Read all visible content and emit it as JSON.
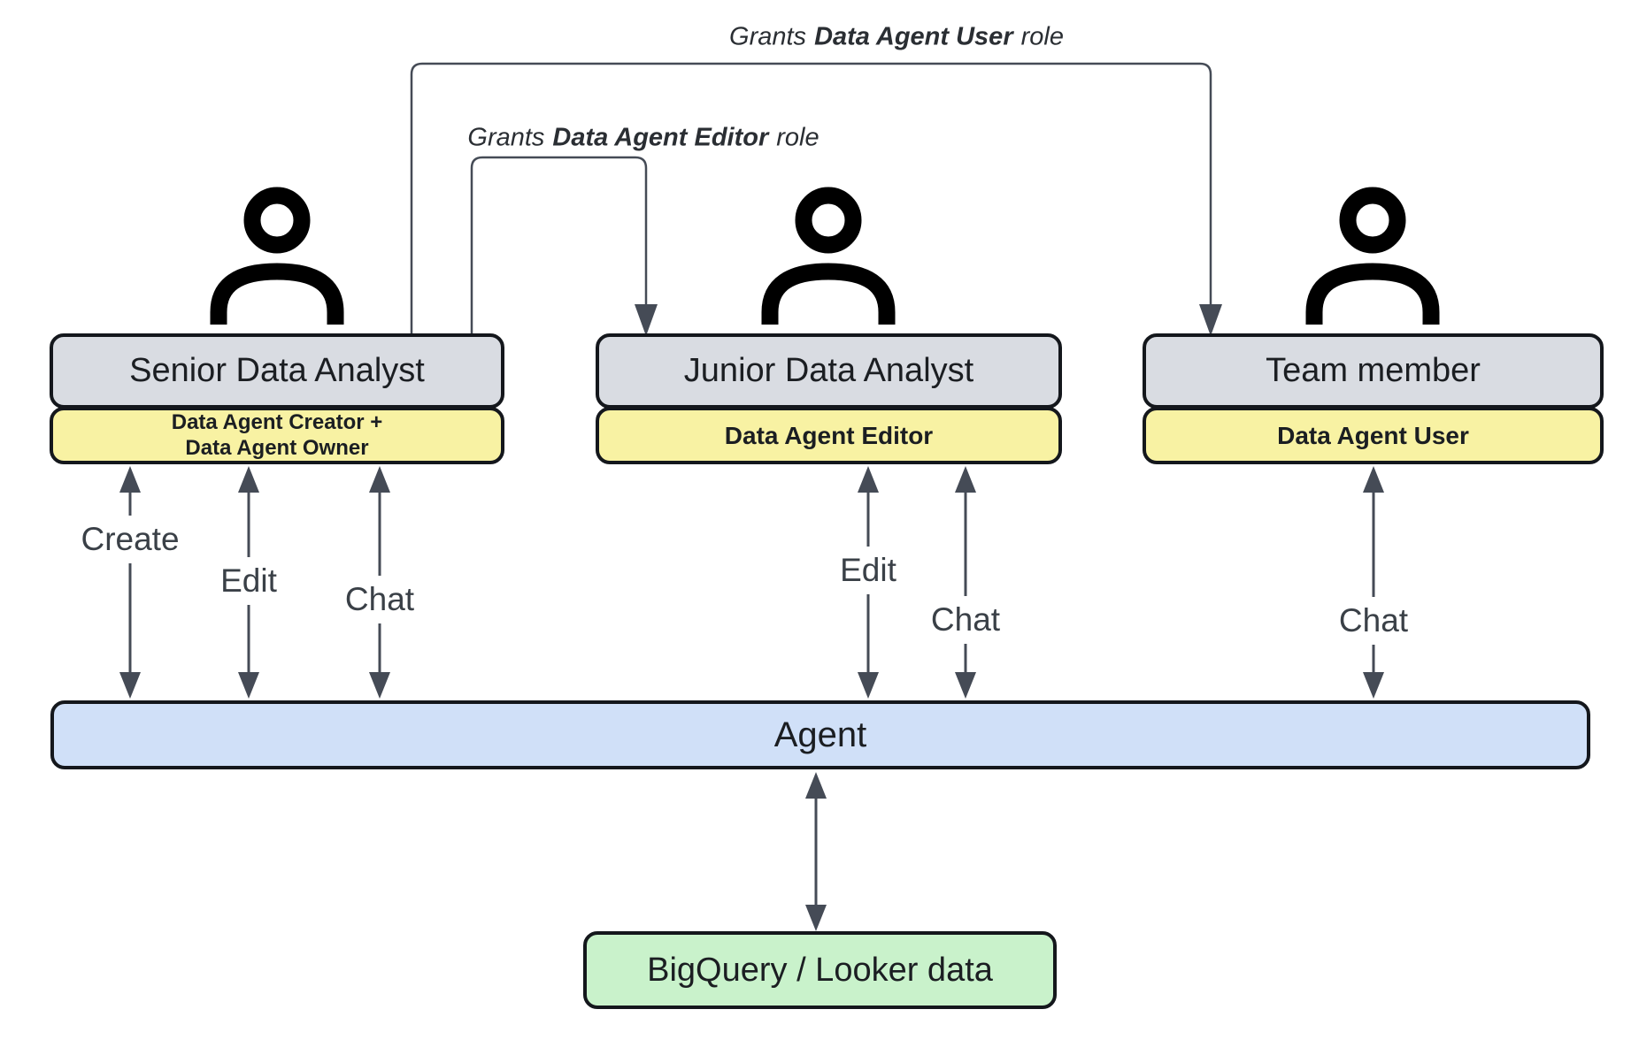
{
  "grant_labels": [
    {
      "pre": "Grants",
      "role": "Data Agent User",
      "post": "role"
    },
    {
      "pre": "Grants",
      "role": "Data Agent Editor",
      "post": "role"
    }
  ],
  "actors": [
    {
      "title": "Senior Data Analyst",
      "role": "Data Agent Creator +\nData Agent Owner",
      "actions": [
        "Create",
        "Edit",
        "Chat"
      ]
    },
    {
      "title": "Junior Data Analyst",
      "role": "Data Agent Editor",
      "actions": [
        "Edit",
        "Chat"
      ]
    },
    {
      "title": "Team member",
      "role": "Data Agent User",
      "actions": [
        "Chat"
      ]
    }
  ],
  "agent": {
    "label": "Agent"
  },
  "datastore": {
    "label": "BigQuery / Looker data"
  },
  "colors": {
    "actor_fill": "#d9dce2",
    "role_fill": "#f8f2a3",
    "agent_fill": "#d0e0f8",
    "datastore_fill": "#c9f2cb",
    "line": "#454b56",
    "border": "#14171c"
  }
}
